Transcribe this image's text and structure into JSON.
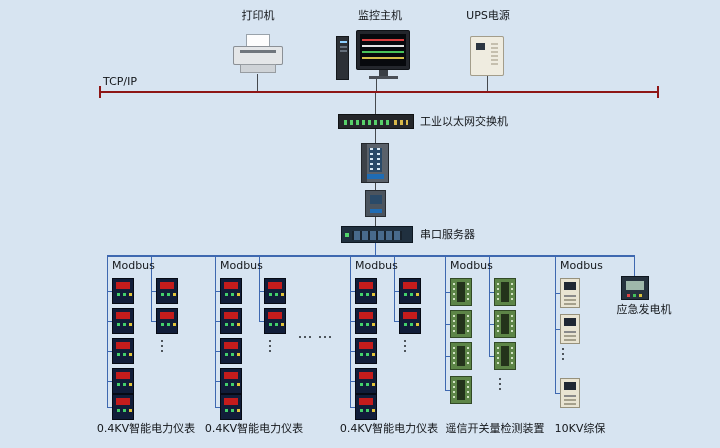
{
  "diagram": {
    "background_color": "#d7e4f1",
    "tcpip_bus_color": "#8e1616",
    "modbus_bus_color": "#3e68b0"
  },
  "top_row": {
    "printer_label": "打印机",
    "host_label": "监控主机",
    "ups_label": "UPS电源",
    "tcpip_label": "TCP/IP"
  },
  "backbone": {
    "ethernet_switch_label": "工业以太网交换机",
    "serial_server_label": "串口服务器"
  },
  "field_groups": [
    {
      "bus_label": "Modbus",
      "caption": "0.4KV智能电力仪表"
    },
    {
      "bus_label": "Modbus",
      "caption": "0.4KV智能电力仪表"
    },
    {
      "bus_label": "Modbus",
      "caption": "0.4KV智能电力仪表"
    },
    {
      "bus_label": "Modbus",
      "caption": "遥信开关量检测装置"
    },
    {
      "bus_label": "Modbus",
      "caption": "10KV综保"
    }
  ],
  "generator": {
    "label": "应急发电机"
  }
}
